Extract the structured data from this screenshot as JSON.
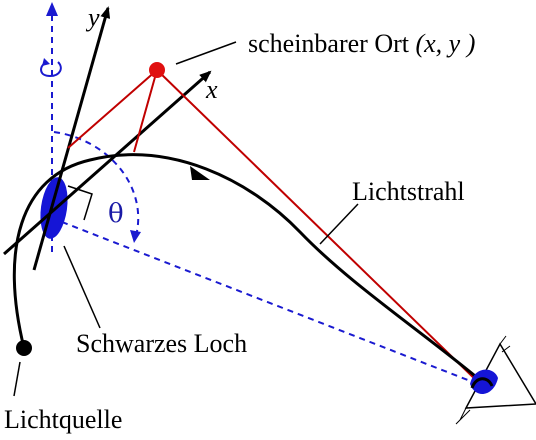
{
  "diagram": {
    "labels": {
      "apparent_position_prefix": "scheinbarer Ort ",
      "apparent_position_coords": "(x, y )",
      "light_ray": "Lichtstrahl",
      "black_hole": "Schwarzes Loch",
      "light_source": "Lichtquelle",
      "angle_symbol": "θ",
      "axis_x": "x",
      "axis_y": "y"
    },
    "colors": {
      "ink": "#000000",
      "ray_red": "#c00000",
      "apparent_dot": "#e01010",
      "blue": "#1a1ad0",
      "black_hole_fill": "#1515d6"
    },
    "icons": {
      "rotation": "rotation-arrow-icon",
      "eye": "eye-icon"
    }
  }
}
